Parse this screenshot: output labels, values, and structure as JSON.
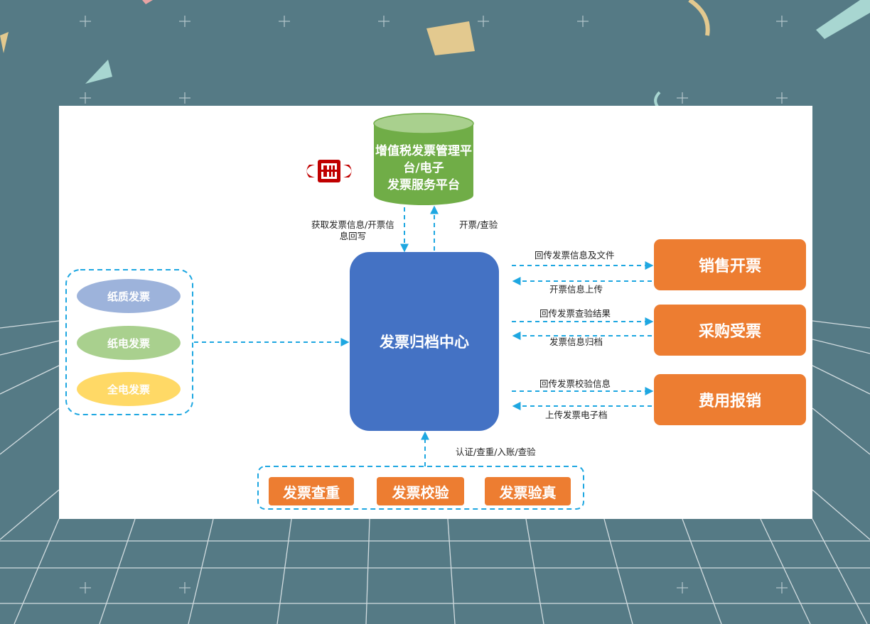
{
  "platform": {
    "title": "增值税发票管理平台/电子发票服务平台",
    "lines": [
      "增值税发票管理平台/电子",
      "发票服务平台"
    ]
  },
  "center": {
    "title": "发票归档中心"
  },
  "left_group": {
    "items": [
      "纸质发票",
      "纸电发票",
      "全电发票"
    ]
  },
  "right_systems": [
    {
      "title": "销售开票",
      "arrow_out": "回传发票信息及文件",
      "arrow_in": "开票信息上传"
    },
    {
      "title": "采购受票",
      "arrow_out": "回传发票查验结果",
      "arrow_in": "发票信息归档"
    },
    {
      "title": "费用报销",
      "arrow_out": "回传发票校验信息",
      "arrow_in": "上传发票电子档"
    }
  ],
  "top_labels": {
    "left": "获取发票信息/开票信息回写",
    "left_lines": [
      "获取发票信息/开票信",
      "息回写"
    ],
    "right": "开票/查验"
  },
  "bottom_label": "认证/查重/入账/查验",
  "bottom_group": {
    "items": [
      "发票查重",
      "发票校验",
      "发票验真"
    ]
  },
  "colors": {
    "center": "#4472c4",
    "orange": "#ed7d31",
    "platform_green": "#70ad47",
    "dashed_line": "#1ea7e1",
    "background": "#557a85",
    "logo_red": "#c00000"
  },
  "icons": {
    "logo": "tax-emblem-icon"
  }
}
